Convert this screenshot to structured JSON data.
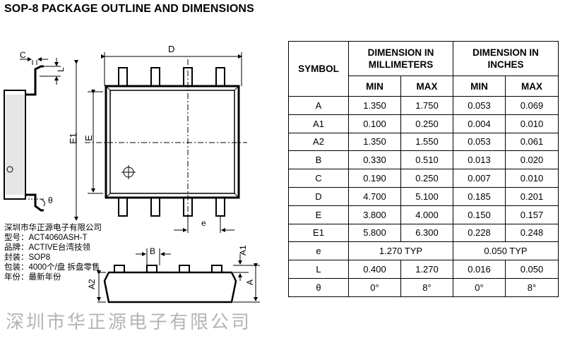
{
  "title": "SOP-8 PACKAGE OUTLINE AND DIMENSIONS",
  "drawing_labels": {
    "C": "C",
    "L": "L",
    "D": "D",
    "E1": "E1",
    "E": "E",
    "theta": "θ",
    "e": "e",
    "B": "B",
    "A1": "A1",
    "A2": "A2",
    "A": "A"
  },
  "table": {
    "symbol_header": "SYMBOL",
    "mm_header_line1": "DIMENSION IN",
    "mm_header_line2": "MILLIMETERS",
    "in_header_line1": "DIMENSION IN",
    "in_header_line2": "INCHES",
    "min": "MIN",
    "max": "MAX",
    "rows": [
      [
        "A",
        "1.350",
        "1.750",
        "0.053",
        "0.069"
      ],
      [
        "A1",
        "0.100",
        "0.250",
        "0.004",
        "0.010"
      ],
      [
        "A2",
        "1.350",
        "1.550",
        "0.053",
        "0.061"
      ],
      [
        "B",
        "0.330",
        "0.510",
        "0.013",
        "0.020"
      ],
      [
        "C",
        "0.190",
        "0.250",
        "0.007",
        "0.010"
      ],
      [
        "D",
        "4.700",
        "5.100",
        "0.185",
        "0.201"
      ],
      [
        "E",
        "3.800",
        "4.000",
        "0.150",
        "0.157"
      ],
      [
        "E1",
        "5.800",
        "6.300",
        "0.228",
        "0.248"
      ],
      [
        "L",
        "0.400",
        "1.270",
        "0.016",
        "0.050"
      ],
      [
        "θ",
        "0°",
        "8°",
        "0°",
        "8°"
      ]
    ],
    "e_row": {
      "symbol": "e",
      "mm": "1.270 TYP",
      "in": "0.050 TYP"
    }
  },
  "info": [
    {
      "label": "深圳市华正源电子有限公司",
      "value": ""
    },
    {
      "label": "型号：",
      "value": "ACT4060ASH-T"
    },
    {
      "label": "品牌：",
      "value": "ACTIVE台湾技领"
    },
    {
      "label": "封装：",
      "value": "SOP8"
    },
    {
      "label": "包装：",
      "value": "4000个/盘 拆盘零售"
    },
    {
      "label": "年份：",
      "value": "最新年份"
    }
  ],
  "watermark": "深圳市华正源电子有限公司"
}
